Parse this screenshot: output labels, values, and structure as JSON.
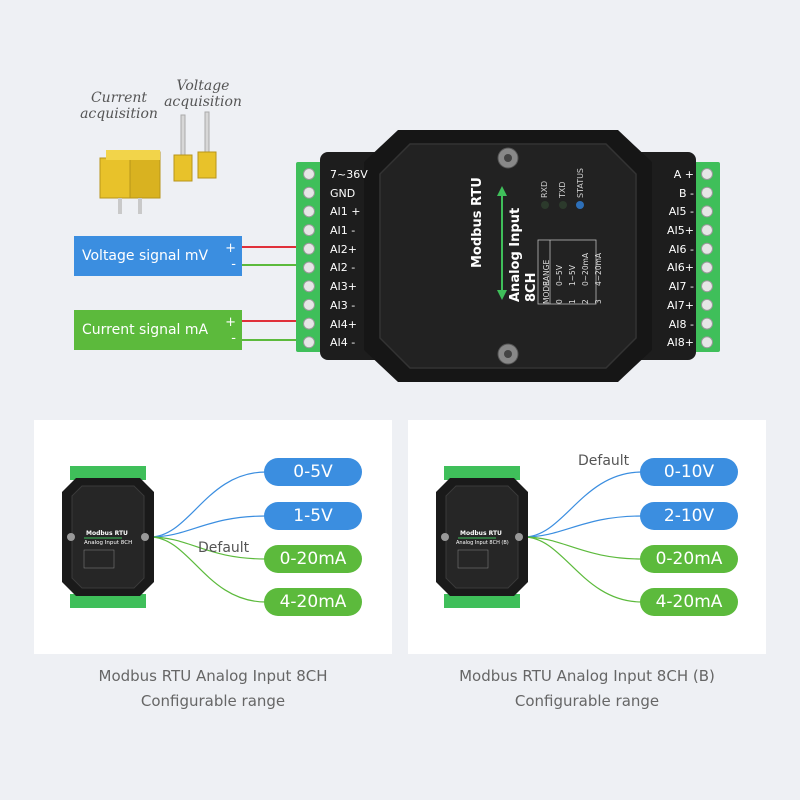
{
  "jumper_labels": {
    "current": [
      "Current",
      "acquisition"
    ],
    "voltage": [
      "Voltage",
      "acquisition"
    ]
  },
  "signal_boxes": [
    {
      "label": "Voltage signal mV",
      "plus": "+",
      "minus": "-",
      "color": "#3b8ee0"
    },
    {
      "label": "Current signal mA",
      "plus": "+",
      "minus": "-",
      "color": "#5cba3c"
    }
  ],
  "left_terminals": [
    "7~36V",
    "GND",
    "AI1 +",
    "AI1 -",
    "AI2+",
    "AI2 -",
    "AI3+",
    "AI3 -",
    "AI4+",
    "AI4 -"
  ],
  "right_terminals": [
    "A +",
    "B -",
    "AI5 -",
    "AI5+",
    "AI6 -",
    "AI6+",
    "AI7 -",
    "AI7+",
    "AI8 -",
    "AI8+"
  ],
  "device": {
    "title": "Modbus RTU",
    "subtitle": "Analog Input 8CH",
    "leds": [
      "RXD",
      "TXD",
      "STATUS"
    ],
    "mode_table": {
      "headers": [
        "MODE",
        "RANGE"
      ],
      "rows": [
        [
          "0",
          "0~5V"
        ],
        [
          "1",
          "1~5V"
        ],
        [
          "2",
          "0~20mA"
        ],
        [
          "3",
          "4~20mA"
        ]
      ]
    }
  },
  "panels": [
    {
      "pills": [
        {
          "label": "0-5V",
          "color": "#3b8ee0"
        },
        {
          "label": "1-5V",
          "color": "#3b8ee0"
        },
        {
          "label": "0-20mA",
          "color": "#5cba3c"
        },
        {
          "label": "4-20mA",
          "color": "#5cba3c"
        }
      ],
      "default_label": "Default",
      "caption": [
        "Modbus RTU Analog Input 8CH",
        "Configurable range"
      ]
    },
    {
      "pills": [
        {
          "label": "0-10V",
          "color": "#3b8ee0"
        },
        {
          "label": "2-10V",
          "color": "#3b8ee0"
        },
        {
          "label": "0-20mA",
          "color": "#5cba3c"
        },
        {
          "label": "4-20mA",
          "color": "#5cba3c"
        }
      ],
      "default_label": "Default",
      "caption": [
        "Modbus RTU Analog Input 8CH (B)",
        "Configurable range"
      ]
    }
  ],
  "mini_device": {
    "title": "Modbus RTU",
    "subtitle": "Analog Input 8CH",
    "subtitle_b": "Analog Input 8CH (B)"
  },
  "colors": {
    "blue": "#3b8ee0",
    "green": "#5cba3c",
    "terminal_green": "#3fbf5a",
    "wire_red": "#e0303a",
    "jumper_yellow": "#e8c22a"
  }
}
